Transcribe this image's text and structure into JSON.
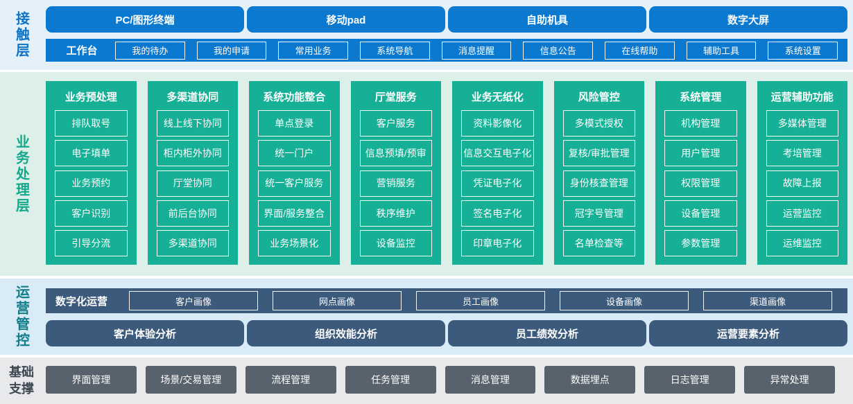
{
  "contact": {
    "label": "接触层",
    "terminals": [
      "PC/图形终端",
      "移动pad",
      "自助机具",
      "数字大屏"
    ],
    "workbench": {
      "label": "工作台",
      "items": [
        "我的待办",
        "我的申请",
        "常用业务",
        "系统导航",
        "消息提醒",
        "信息公告",
        "在线帮助",
        "辅助工具",
        "系统设置"
      ]
    }
  },
  "business": {
    "label": "业务处理层",
    "columns": [
      {
        "title": "业务预处理",
        "items": [
          "排队取号",
          "电子填单",
          "业务预约",
          "客户识别",
          "引导分流"
        ]
      },
      {
        "title": "多渠道协同",
        "items": [
          "线上线下协同",
          "柜内柜外协同",
          "厅堂协同",
          "前后台协同",
          "多渠道协同"
        ]
      },
      {
        "title": "系统功能整合",
        "items": [
          "单点登录",
          "统一门户",
          "统一客户服务",
          "界面/服务整合",
          "业务场景化"
        ]
      },
      {
        "title": "厅堂服务",
        "items": [
          "客户服务",
          "信息预填/预审",
          "营销服务",
          "秩序维护",
          "设备监控"
        ]
      },
      {
        "title": "业务无纸化",
        "items": [
          "资料影像化",
          "信息交互电子化",
          "凭证电子化",
          "签名电子化",
          "印章电子化"
        ]
      },
      {
        "title": "风险管控",
        "items": [
          "多模式授权",
          "复核/审批管理",
          "身份核查管理",
          "冠字号管理",
          "名单检查等"
        ]
      },
      {
        "title": "系统管理",
        "items": [
          "机构管理",
          "用户管理",
          "权限管理",
          "设备管理",
          "参数管理"
        ]
      },
      {
        "title": "运营辅助功能",
        "items": [
          "多媒体管理",
          "考培管理",
          "故障上报",
          "运营监控",
          "运维监控"
        ]
      }
    ]
  },
  "operations": {
    "label": "运营管控",
    "digital": {
      "label": "数字化运营",
      "items": [
        "客户画像",
        "网点画像",
        "员工画像",
        "设备画像",
        "渠道画像"
      ]
    },
    "analysis": [
      "客户体验分析",
      "组织效能分析",
      "员工绩效分析",
      "运营要素分析"
    ]
  },
  "foundation": {
    "label": "基础支撑",
    "items": [
      "界面管理",
      "场景/交易管理",
      "流程管理",
      "任务管理",
      "消息管理",
      "数据埋点",
      "日志管理",
      "异常处理"
    ]
  },
  "colors": {
    "accent_blue": "#0b79d0",
    "accent_green": "#15b096",
    "accent_slate_blue": "#3c5a7b",
    "accent_gray": "#57626d",
    "bg_contact": "#e4f1fb",
    "bg_business": "#ddefe9",
    "bg_operations": "#d8ebf7",
    "bg_foundation": "#e8e9eb"
  }
}
